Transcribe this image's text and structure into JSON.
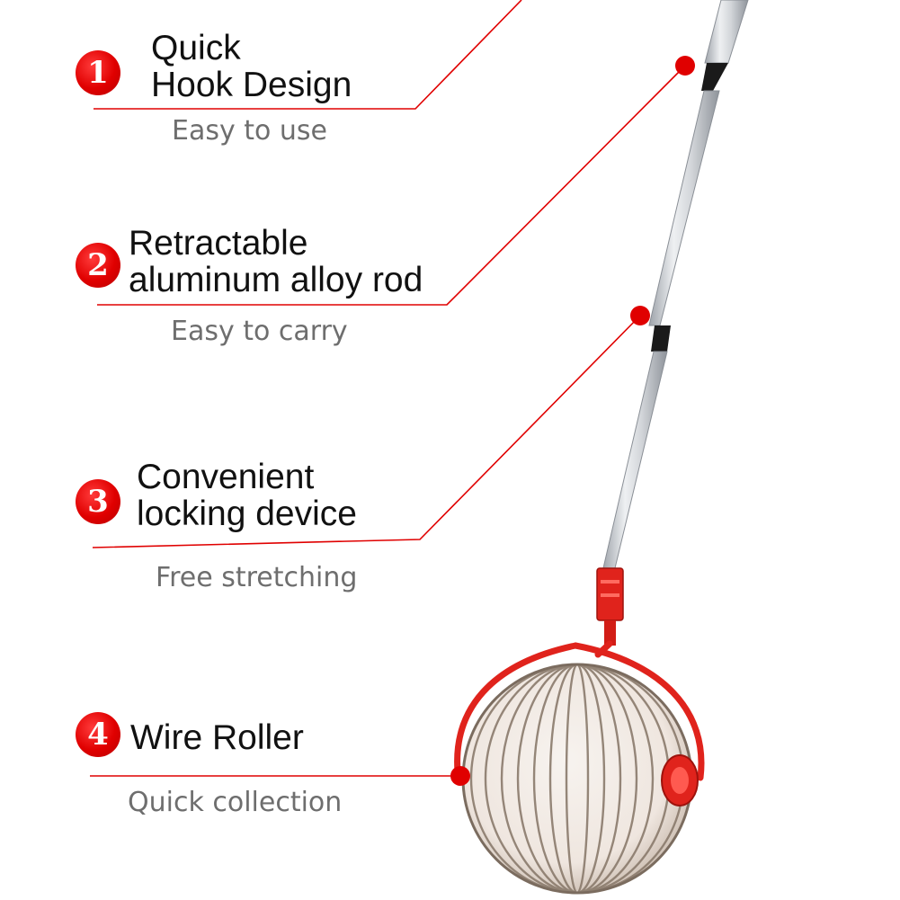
{
  "features": [
    {
      "number": "1",
      "title": "Quick\nHook Design",
      "subtitle": "Easy to use"
    },
    {
      "number": "2",
      "title": "Retractable\naluminum alloy rod",
      "subtitle": "Easy to carry"
    },
    {
      "number": "3",
      "title": "Convenient\nlocking device",
      "subtitle": "Free stretching"
    },
    {
      "number": "4",
      "title": "Wire Roller",
      "subtitle": "Quick collection"
    }
  ],
  "colors": {
    "accent": "#e00000",
    "title_text": "#111111",
    "subtitle_text": "#6e6e6e",
    "pole": "#c9ccd1",
    "frame": "#e0231c",
    "wire": "#8a7a6c"
  },
  "icons": [
    "number-badge-icon",
    "callout-dot-icon"
  ]
}
